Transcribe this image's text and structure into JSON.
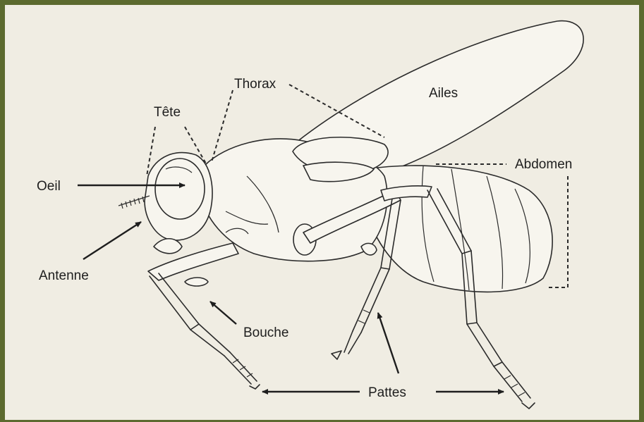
{
  "labels": {
    "oeil": "Oeil",
    "tete": "Tête",
    "thorax": "Thorax",
    "ailes": "Ailes",
    "abdomen": "Abdomen",
    "antenne": "Antenne",
    "bouche": "Bouche",
    "pattes": "Pattes"
  }
}
